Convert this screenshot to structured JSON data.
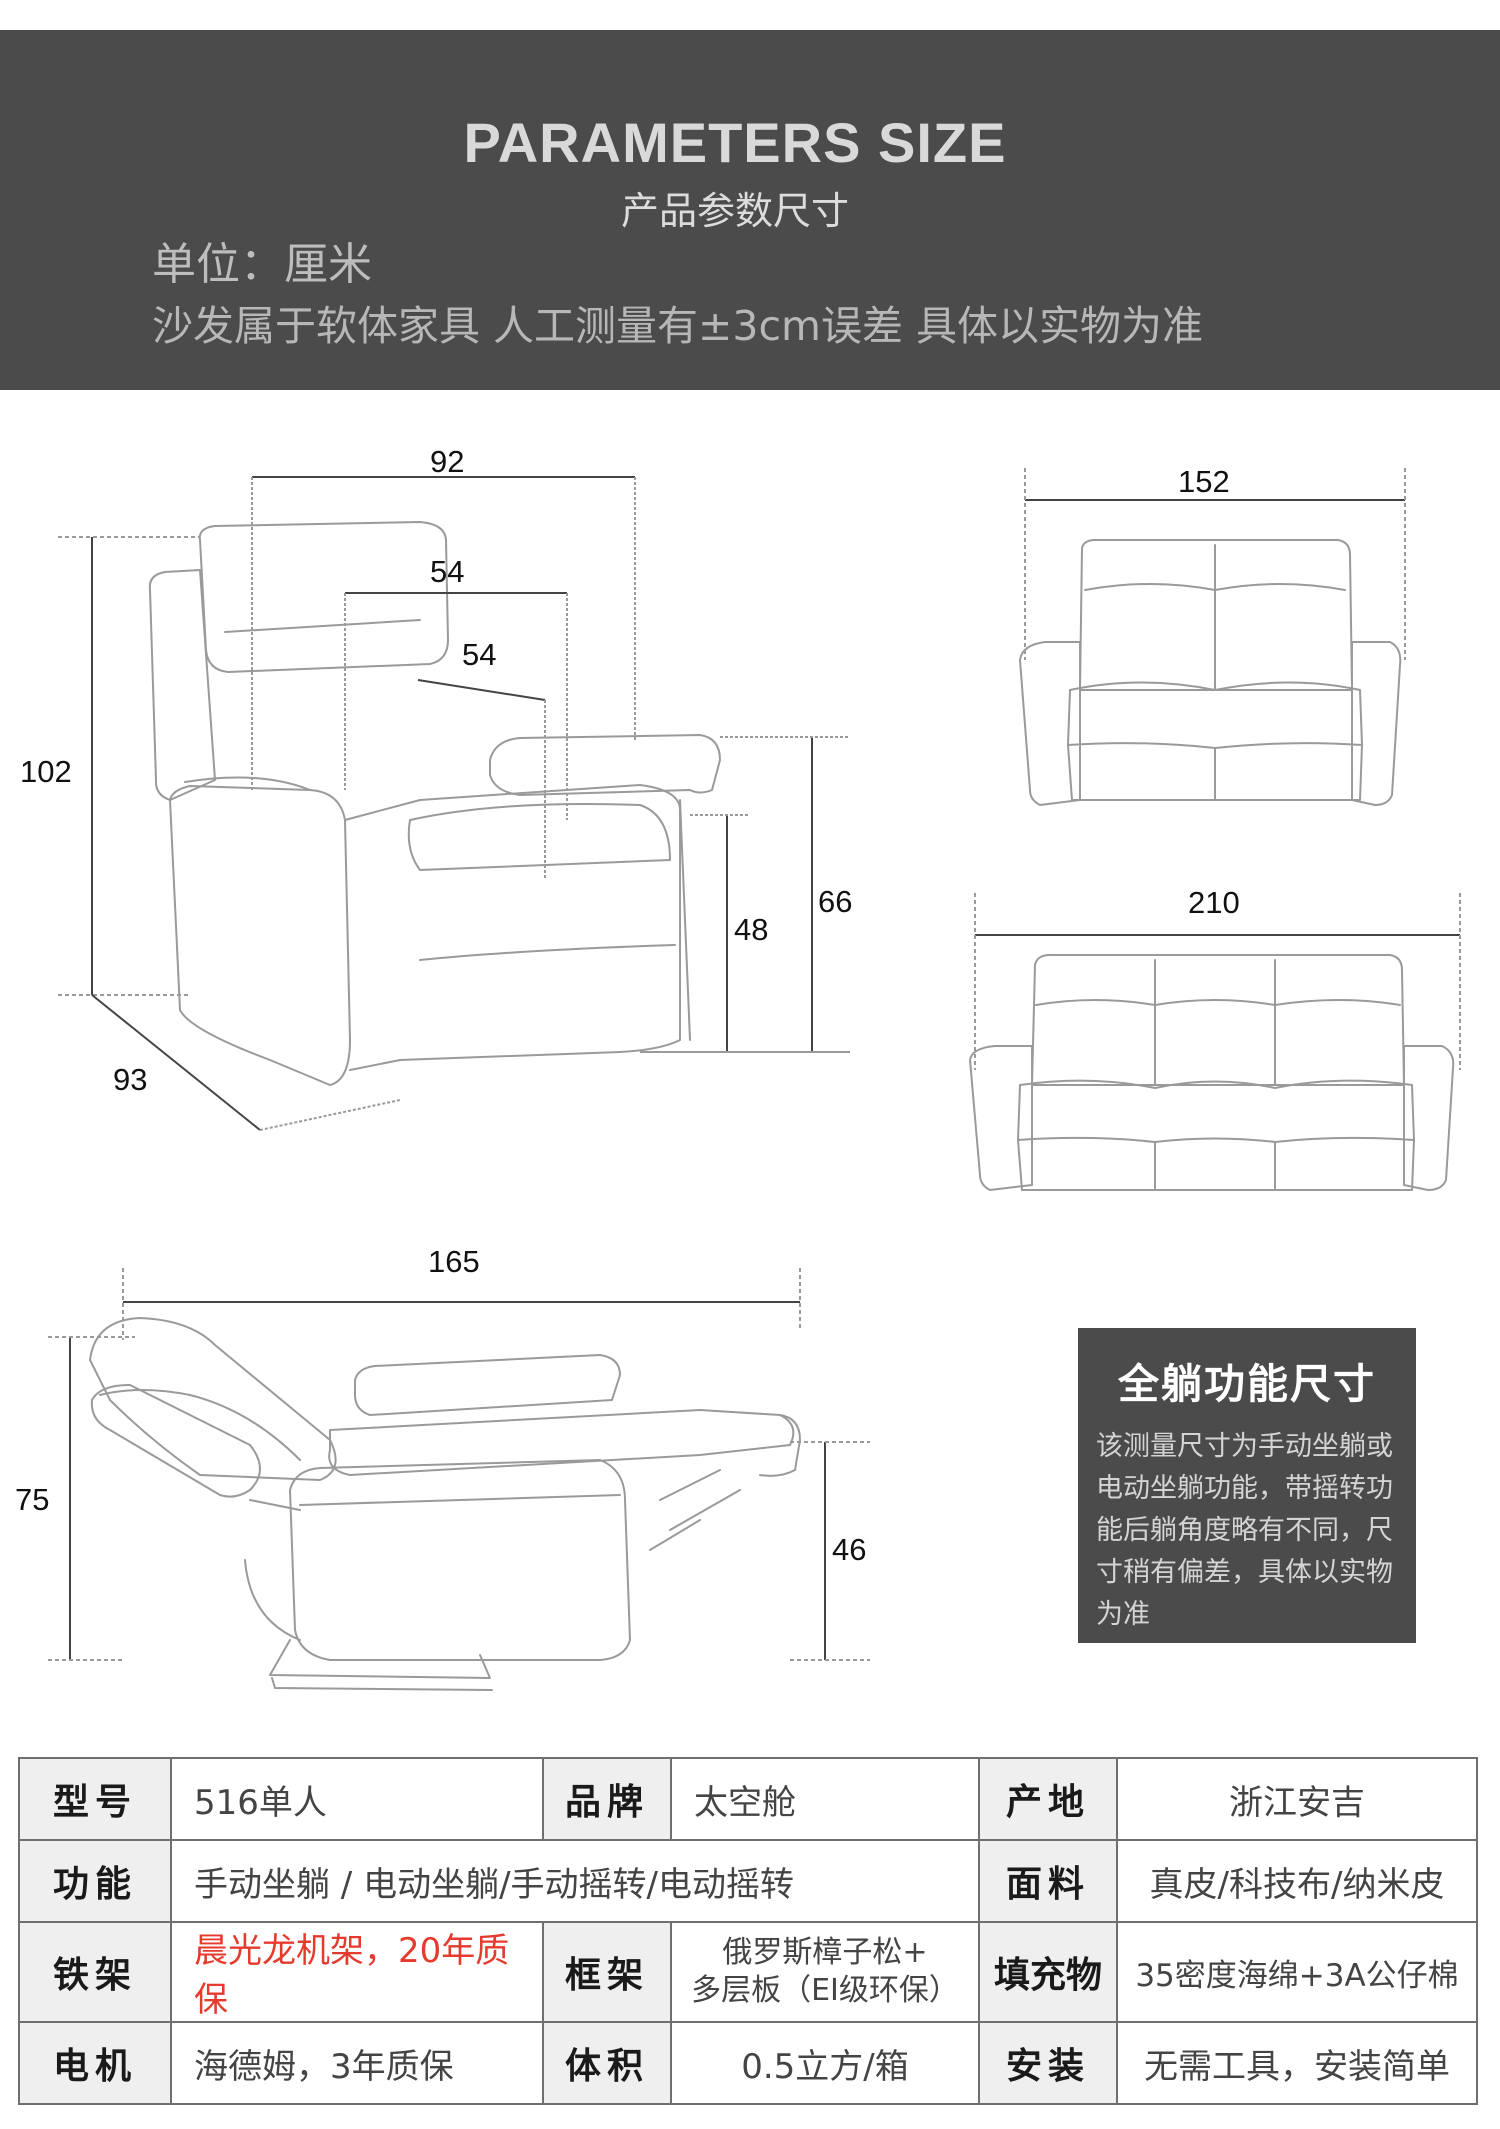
{
  "header": {
    "title_en": "PARAMETERS SIZE",
    "title_cn": "产品参数尺寸",
    "unit": "单位：厘米",
    "note": "沙发属于软体家具 人工测量有±3cm误差 具体以实物为准"
  },
  "dimensions": {
    "single_width": "92",
    "single_seat_depth": "54",
    "single_seat_width": "54",
    "single_height": "102",
    "single_depth": "93",
    "single_seat_height": "48",
    "single_arm_height": "66",
    "two_seat_width": "152",
    "three_seat_width": "210",
    "recline_length": "165",
    "recline_height": "75",
    "recline_foot_height": "46"
  },
  "recline_box": {
    "title": "全躺功能尺寸",
    "text": "该测量尺寸为手动坐躺或电动坐躺功能，带摇转功能后躺角度略有不同，尺寸稍有偏差，具体以实物为准"
  },
  "spec": {
    "model_label": "型号",
    "model_value": "516单人",
    "brand_label": "品牌",
    "brand_value": "太空舱",
    "origin_label": "产地",
    "origin_value": "浙江安吉",
    "function_label": "功能",
    "function_value": "手动坐躺 / 电动坐躺/手动摇转/电动摇转",
    "material_label": "面料",
    "material_value": "真皮/科技布/纳米皮",
    "frame_label": "铁架",
    "frame_value": "晨光龙机架，20年质保",
    "structure_label": "框架",
    "structure_value_1": "俄罗斯樟子松+",
    "structure_value_2": "多层板（EI级环保）",
    "filling_label": "填充物",
    "filling_value": "35密度海绵+3A公仔棉",
    "motor_label": "电机",
    "motor_value": "海德姆，3年质保",
    "volume_label": "体积",
    "volume_value": "0.5立方/箱",
    "install_label": "安装",
    "install_value": "无需工具，安装简单"
  }
}
